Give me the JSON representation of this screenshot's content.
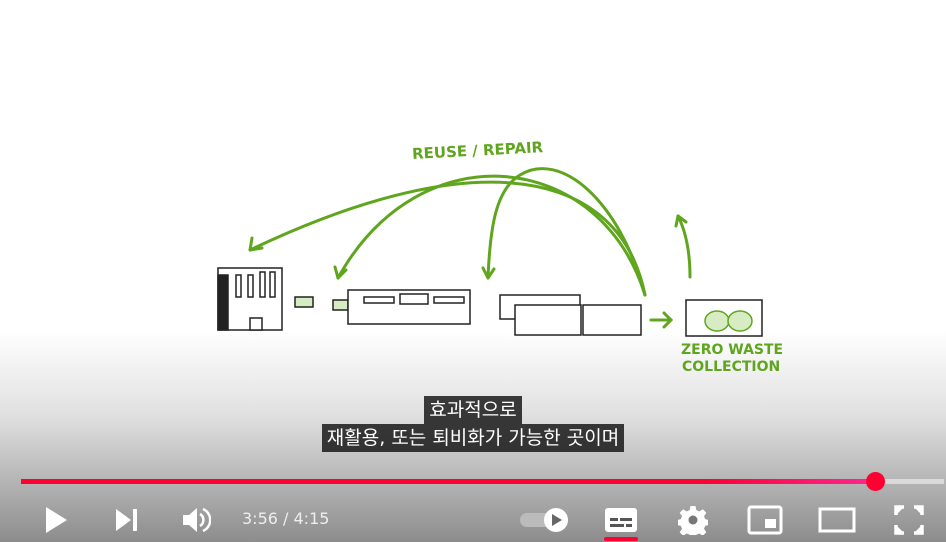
{
  "video": {
    "labels": {
      "reuse_repair": "REUSE / REPAIR",
      "zero_waste_line1": "ZERO WASTE",
      "zero_waste_line2": "COLLECTION"
    }
  },
  "captions": {
    "line1": "효과적으로",
    "line2": "재활용, 또는 퇴비화가 가능한 곳이며"
  },
  "player": {
    "current_time": "3:56",
    "duration": "4:15",
    "time_display": "3:56 / 4:15",
    "progress_fraction": 0.925,
    "autoplay_on": true,
    "captions_on": true
  },
  "colors": {
    "accent": "#ff0033",
    "illustration_green": "#5fa51e"
  },
  "icons": [
    "play-icon",
    "next-icon",
    "volume-icon",
    "autoplay-toggle-icon",
    "subtitles-icon",
    "settings-gear-icon",
    "miniplayer-icon",
    "theater-mode-icon",
    "fullscreen-icon"
  ]
}
